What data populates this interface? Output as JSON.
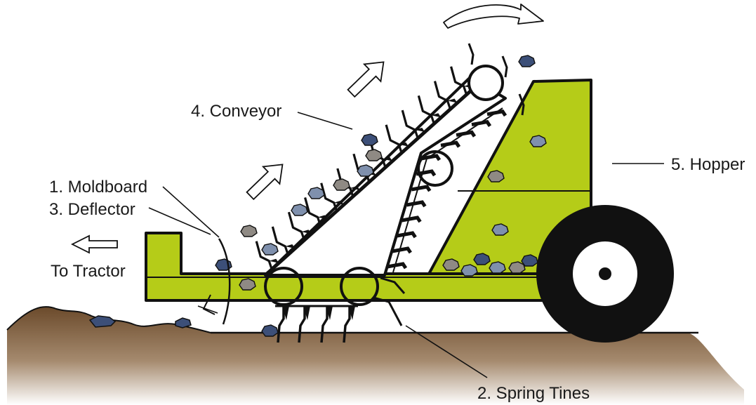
{
  "labels": {
    "conveyor": "4. Conveyor",
    "moldboard": "1. Moldboard",
    "deflector": "3. Deflector",
    "to_tractor": "To Tractor",
    "hopper": "5. Hopper",
    "spring_tines": "2. Spring Tines"
  },
  "colors": {
    "frame": "#b5cc18",
    "outline": "#111111",
    "soil_top": "#6b4a2b",
    "soil_bottom": "#ffffff",
    "stone_blue": "#3c4f78",
    "stone_grey": "#8f8a84",
    "stone_light": "#7f90ad",
    "wheel": "#111111",
    "hub": "#ffffff"
  },
  "icons": {
    "flow_arrow": "hollow-arrow-icon",
    "rotation_arrow": "curved-arrow-icon",
    "tine": "spring-tine-icon",
    "stone": "stone-icon",
    "wheel": "wheel-icon",
    "pulley": "pulley-icon"
  }
}
